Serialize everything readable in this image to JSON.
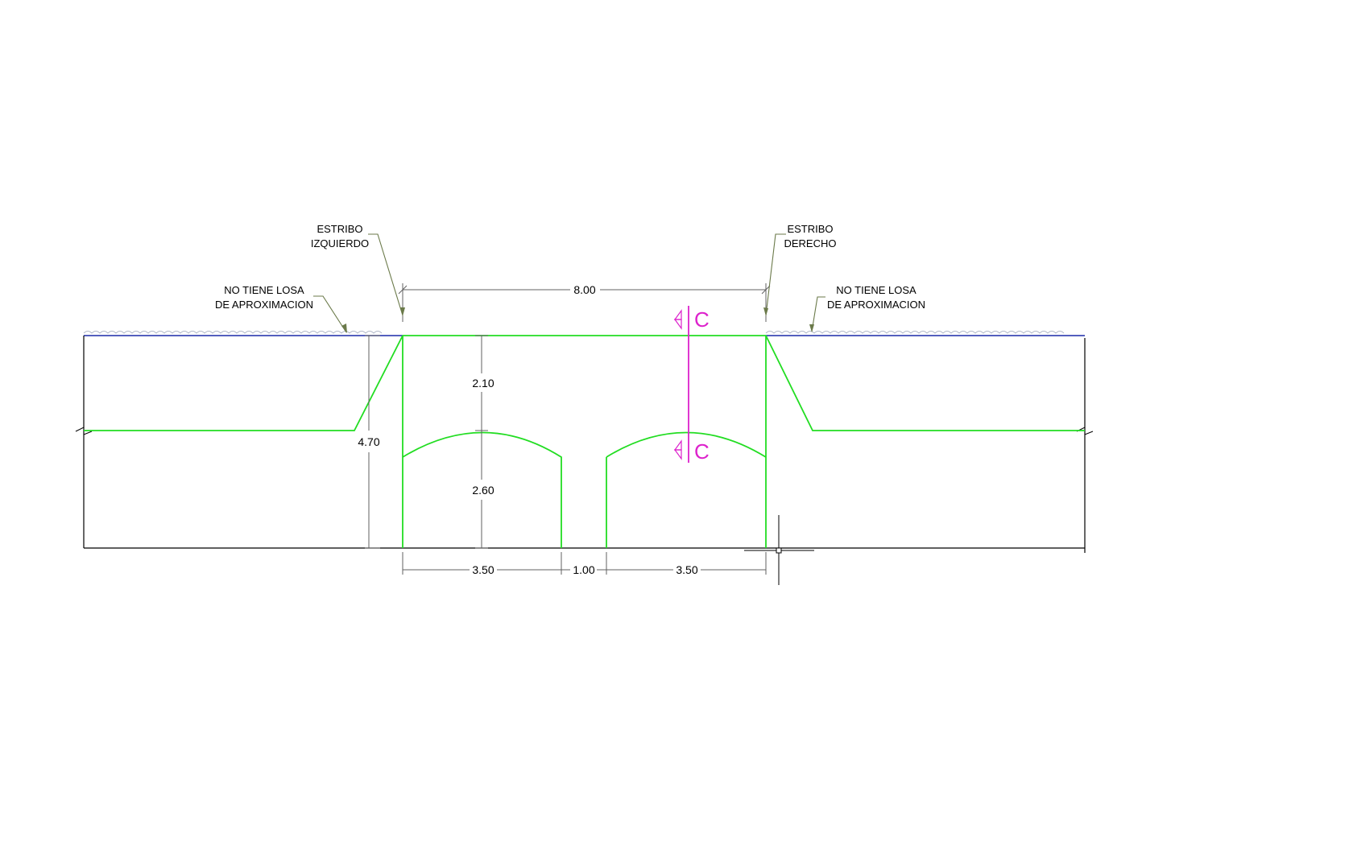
{
  "labels": {
    "estribo_izquierdo": [
      "ESTRIBO",
      "IZQUIERDO"
    ],
    "estribo_derecho": [
      "ESTRIBO",
      "DERECHO"
    ],
    "losa_left": [
      "NO TIENE LOSA",
      "DE APROXIMACION"
    ],
    "losa_right": [
      "NO TIENE LOSA",
      "DE APROXIMACION"
    ]
  },
  "dimensions": {
    "span_total": "8.00",
    "height_total": "4.70",
    "upper_height": "2.10",
    "lower_height": "2.60",
    "left_opening": "3.50",
    "pier_width": "1.00",
    "right_opening": "3.50"
  },
  "centerline": {
    "top_letter": "C",
    "bottom_letter": "C"
  },
  "colors": {
    "structure": "#22dd22",
    "ground": "#1c2aa8",
    "centerline": "#dd22cc",
    "leader": "#6b7a4a",
    "dimension": "#606060",
    "outline": "#000000"
  }
}
